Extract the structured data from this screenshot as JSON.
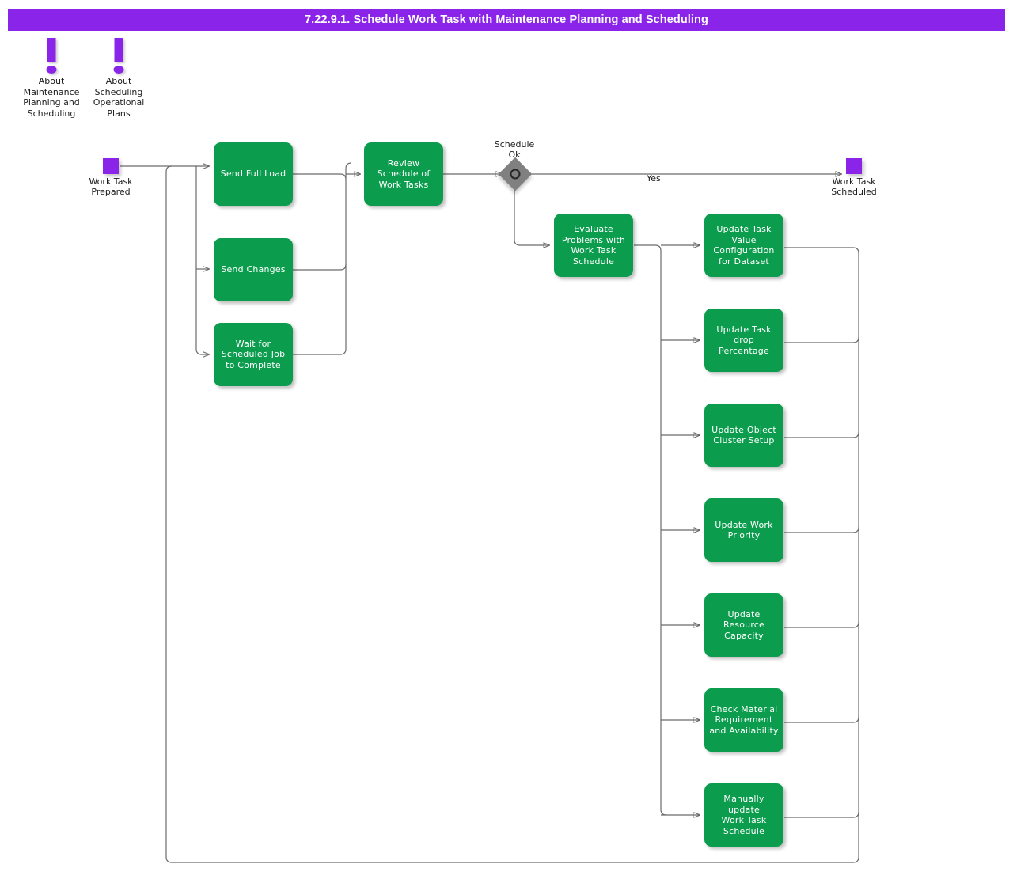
{
  "header": {
    "title": "7.22.9.1. Schedule Work Task with Maintenance Planning and Scheduling",
    "bg_color": "#8A24E8",
    "text_color": "#FFFFFF"
  },
  "colors": {
    "process": "#0C9C4D",
    "terminator": "#8A24E8",
    "gateway": "#808080",
    "connector": "#6B6B6B",
    "note_icon": "#8A24E8"
  },
  "notes": [
    {
      "icon": "exclamation-icon",
      "label": "About\nMaintenance\nPlanning and\nScheduling"
    },
    {
      "icon": "exclamation-icon",
      "label": "About\nScheduling\nOperational\nPlans"
    }
  ],
  "nodes": {
    "start": {
      "label": "Work Task\nPrepared",
      "type": "terminator"
    },
    "end": {
      "label": "Work Task\nScheduled",
      "type": "terminator"
    },
    "gateway": {
      "label": "Schedule\nOk",
      "type": "decision"
    }
  },
  "edge_labels": {
    "yes": "Yes"
  },
  "left_tasks": [
    {
      "label": "Send Full Load"
    },
    {
      "label": "Send Changes"
    },
    {
      "label": "Wait for\nScheduled Job\nto Complete"
    }
  ],
  "review_task": {
    "label": "Review\nSchedule of\nWork Tasks"
  },
  "evaluate_task": {
    "label": "Evaluate\nProblems with\nWork Task\nSchedule"
  },
  "right_tasks": [
    {
      "label": "Update Task\nValue\nConfiguration\nfor Dataset"
    },
    {
      "label": "Update Task\ndrop Percentage"
    },
    {
      "label": "Update Object\nCluster Setup"
    },
    {
      "label": "Update Work\nPriority"
    },
    {
      "label": "Update\nResource\nCapacity"
    },
    {
      "label": "Check Material\nRequirement\nand Availability"
    },
    {
      "label": "Manually update\nWork Task\nSchedule"
    }
  ]
}
